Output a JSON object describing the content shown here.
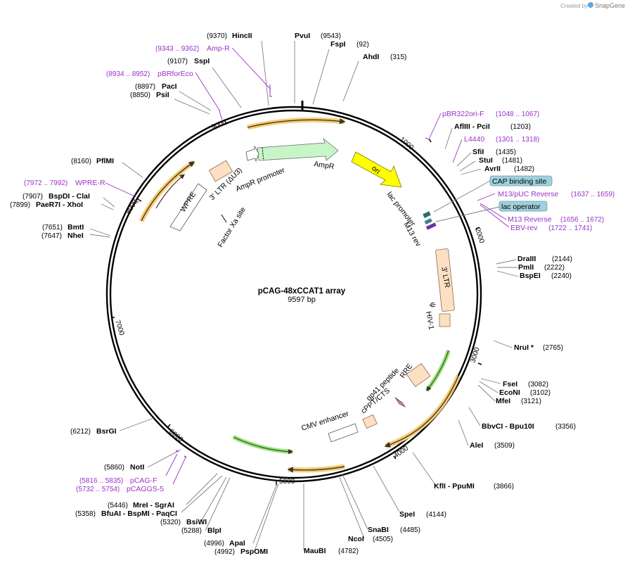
{
  "credit": {
    "created_by": "Created by",
    "brand": "SnapGene"
  },
  "plasmid": {
    "name": "pCAG-48xCCAT1 array",
    "length": "9597 bp"
  },
  "ticks": [
    "1000",
    "2000",
    "3000",
    "4000",
    "5000",
    "6000",
    "7000",
    "8000",
    "9000"
  ],
  "enzymes": [
    {
      "id": "hincii",
      "name": "HincII",
      "pos": "(9370)"
    },
    {
      "id": "pvui",
      "name": "PvuI",
      "pos": "(9543)"
    },
    {
      "id": "fspi",
      "name": "FspI",
      "pos": "(92)"
    },
    {
      "id": "ahdi",
      "name": "AhdI",
      "pos": "(315)"
    },
    {
      "id": "sspi",
      "name": "SspI",
      "pos": "(9107)"
    },
    {
      "id": "paci",
      "name": "PacI",
      "pos": "(8897)"
    },
    {
      "id": "psii",
      "name": "PsiI",
      "pos": "(8850)"
    },
    {
      "id": "pfimi",
      "name": "PflMI",
      "pos": "(8160)"
    },
    {
      "id": "bspdi",
      "name": "BspDI - ClaI",
      "pos": "(7907)"
    },
    {
      "id": "paer7i",
      "name": "PaeR7I - XhoI",
      "pos": "(7899)"
    },
    {
      "id": "bmti",
      "name": "BmtI",
      "pos": "(7651)"
    },
    {
      "id": "nhei",
      "name": "NheI",
      "pos": "(7647)"
    },
    {
      "id": "afliii",
      "name": "AflIII - PciI",
      "pos": "(1203)"
    },
    {
      "id": "sfii",
      "name": "SfiI",
      "pos": "(1435)"
    },
    {
      "id": "stui",
      "name": "StuI",
      "pos": "(1481)"
    },
    {
      "id": "avrii",
      "name": "AvrII",
      "pos": "(1482)"
    },
    {
      "id": "draiii",
      "name": "DraIII",
      "pos": "(2144)"
    },
    {
      "id": "pmli",
      "name": "PmlI",
      "pos": "(2222)"
    },
    {
      "id": "bspei",
      "name": "BspEI",
      "pos": "(2240)"
    },
    {
      "id": "nrui",
      "name": "NruI *",
      "pos": "(2765)"
    },
    {
      "id": "fsei",
      "name": "FseI",
      "pos": "(3082)"
    },
    {
      "id": "econi",
      "name": "EcoNI",
      "pos": "(3102)"
    },
    {
      "id": "mfei",
      "name": "MfeI",
      "pos": "(3121)"
    },
    {
      "id": "bbvci",
      "name": "BbvCI - Bpu10I",
      "pos": "(3356)"
    },
    {
      "id": "alei",
      "name": "AleI",
      "pos": "(3509)"
    },
    {
      "id": "kfli",
      "name": "KflI - PpuMI",
      "pos": "(3866)"
    },
    {
      "id": "spei",
      "name": "SpeI",
      "pos": "(4144)"
    },
    {
      "id": "snabi",
      "name": "SnaBI",
      "pos": "(4485)"
    },
    {
      "id": "ncoi",
      "name": "NcoI",
      "pos": "(4505)"
    },
    {
      "id": "maubi",
      "name": "MauBI",
      "pos": "(4782)"
    },
    {
      "id": "apai",
      "name": "ApaI",
      "pos": "(4996)"
    },
    {
      "id": "pspomi",
      "name": "PspOMI",
      "pos": "(4992)"
    },
    {
      "id": "blpi",
      "name": "BlpI",
      "pos": "(5288)"
    },
    {
      "id": "bsiwi",
      "name": "BsiWI",
      "pos": "(5320)"
    },
    {
      "id": "mrei",
      "name": "MreI - SgrAI",
      "pos": "(5446)"
    },
    {
      "id": "bfuai",
      "name": "BfuAI - BspMI - PaqCI",
      "pos": "(5358)"
    },
    {
      "id": "noti",
      "name": "NotI",
      "pos": "(5860)"
    },
    {
      "id": "bsrgi",
      "name": "BsrGI",
      "pos": "(6212)"
    }
  ],
  "primers": [
    {
      "id": "ampr_p",
      "name": "Amp-R",
      "pos": "(9343 .. 9362)"
    },
    {
      "id": "pbrforeco",
      "name": "pBRforEco",
      "pos": "(8934 .. 8952)"
    },
    {
      "id": "wpre_r",
      "name": "WPRE-R",
      "pos": "(7972 .. 7992)"
    },
    {
      "id": "pbr322ori",
      "name": "pBR322ori-F",
      "pos": "(1048 .. 1067)"
    },
    {
      "id": "l4440",
      "name": "L4440",
      "pos": "(1301 .. 1318)"
    },
    {
      "id": "m13puc",
      "name": "M13/pUC Reverse",
      "pos": "(1637 .. 1659)"
    },
    {
      "id": "m13rev_p",
      "name": "M13 Reverse",
      "pos": "(1656 .. 1672)"
    },
    {
      "id": "ebvrev",
      "name": "EBV-rev",
      "pos": "(1722 .. 1741)"
    },
    {
      "id": "pcagf",
      "name": "pCAG-F",
      "pos": "(5816 .. 5835)"
    },
    {
      "id": "pcaggs5",
      "name": "pCAGGS-5",
      "pos": "(5732 .. 5754)"
    }
  ],
  "boxed_labels": [
    {
      "id": "cap_site",
      "text": "CAP binding site"
    },
    {
      "id": "lac_op",
      "text": "lac operator"
    }
  ],
  "features": [
    {
      "id": "ampr",
      "text": "AmpR"
    },
    {
      "id": "ampr_promoter",
      "text": "AmpR promoter"
    },
    {
      "id": "ori",
      "text": "ori"
    },
    {
      "id": "lac_promoter",
      "text": "lac promoter"
    },
    {
      "id": "m13_rev",
      "text": "M13 rev"
    },
    {
      "id": "ltr3",
      "text": "3' LTR"
    },
    {
      "id": "psi",
      "text": "ψ"
    },
    {
      "id": "hiv1",
      "text": "HIV-1"
    },
    {
      "id": "rre",
      "text": "RRE"
    },
    {
      "id": "gp41",
      "text": "gp41 peptide"
    },
    {
      "id": "cppt",
      "text": "cPPT/CTS"
    },
    {
      "id": "cmv",
      "text": "CMV enhancer"
    },
    {
      "id": "wpre",
      "text": "WPRE"
    },
    {
      "id": "ltr3u3",
      "text": "3' LTR (ΔU3)"
    },
    {
      "id": "factor_xa",
      "text": "Factor Xa site"
    }
  ],
  "colors": {
    "backbone": "#000000",
    "orange_arrow": "#f0a830",
    "green_arrow": "#8bd26b",
    "ampr_fill": "#c8f5c8",
    "ori_fill": "#ffff00",
    "ltr_fill": "#fde0c4",
    "primer": "#9b30c8",
    "box_fill": "#9fd1dc"
  }
}
